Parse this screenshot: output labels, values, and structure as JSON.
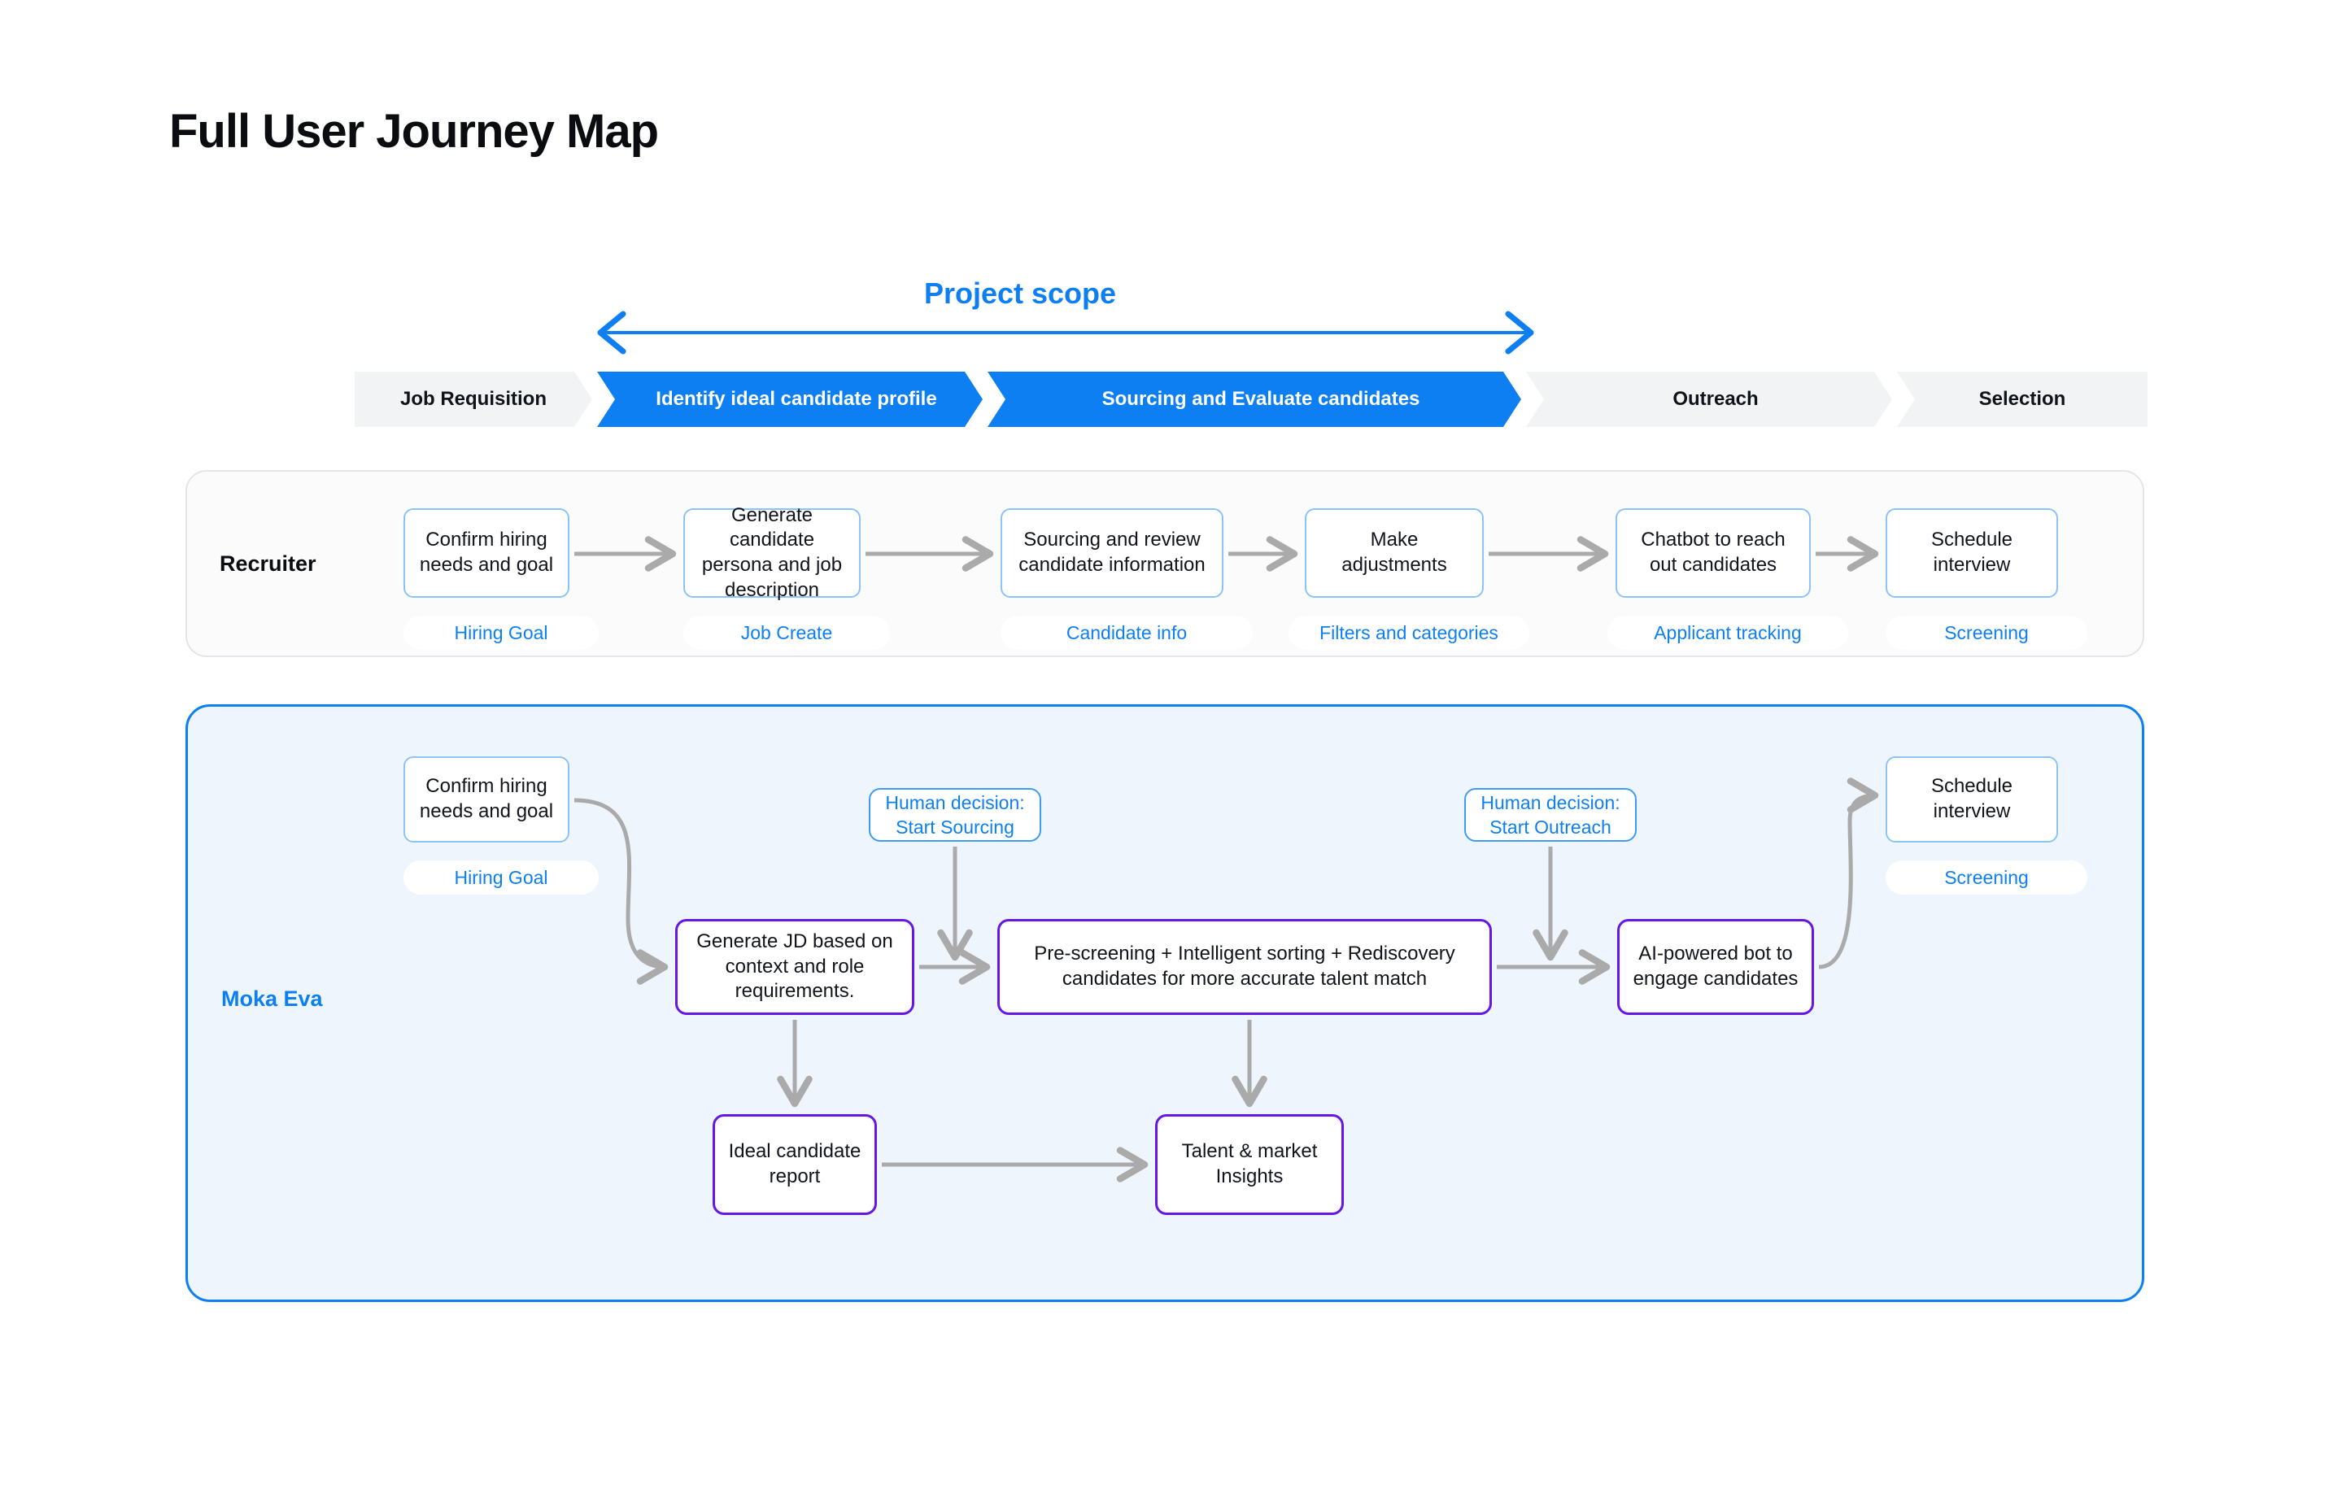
{
  "page": {
    "title": "Full User Journey Map",
    "accent_blue": "#0d7ff2",
    "accent_purple": "#6516e8",
    "connector_gray": "#aaaaaa"
  },
  "scope": {
    "label": "Project scope",
    "arrow_icon": "double-headed-arrow-icon"
  },
  "stages": [
    {
      "label": "Job Requisition",
      "active": false
    },
    {
      "label": "Identify ideal candidate profile",
      "active": true
    },
    {
      "label": "Sourcing and Evaluate candidates",
      "active": true
    },
    {
      "label": "Outreach",
      "active": false
    },
    {
      "label": "Selection",
      "active": false
    }
  ],
  "recruiter_lane": {
    "label": "Recruiter",
    "steps": [
      {
        "text": "Confirm hiring needs and goal",
        "tag": "Hiring Goal"
      },
      {
        "text": "Generate candidate persona and job description",
        "tag": "Job Create"
      },
      {
        "text": "Sourcing and review candidate information",
        "tag": "Candidate info"
      },
      {
        "text": "Make adjustments",
        "tag": "Filters and categories"
      },
      {
        "text": "Chatbot to reach out candidates",
        "tag": "Applicant tracking"
      },
      {
        "text": "Schedule interview",
        "tag": "Screening"
      }
    ]
  },
  "moka_lane": {
    "label": "Moka Eva",
    "nodes": [
      {
        "id": "confirm",
        "text": "Confirm hiring needs and goal",
        "style": "blue",
        "tag": "Hiring Goal"
      },
      {
        "id": "generate-jd",
        "text": "Generate JD based on context and role requirements.",
        "style": "purple"
      },
      {
        "id": "prescreen",
        "text": "Pre-screening + Intelligent sorting + Rediscovery candidates for more accurate talent match",
        "style": "purple"
      },
      {
        "id": "ai-bot",
        "text": "AI-powered bot to engage candidates",
        "style": "purple"
      },
      {
        "id": "schedule",
        "text": "Schedule interview",
        "style": "blue",
        "tag": "Screening"
      },
      {
        "id": "ideal-report",
        "text": "Ideal candidate report",
        "style": "purple"
      },
      {
        "id": "insights",
        "text": "Talent & market Insights",
        "style": "purple"
      }
    ],
    "decisions": [
      {
        "id": "start-sourcing",
        "line1": "Human decision:",
        "line2": "Start Sourcing"
      },
      {
        "id": "start-outreach",
        "line1": "Human decision:",
        "line2": "Start Outreach"
      }
    ]
  }
}
